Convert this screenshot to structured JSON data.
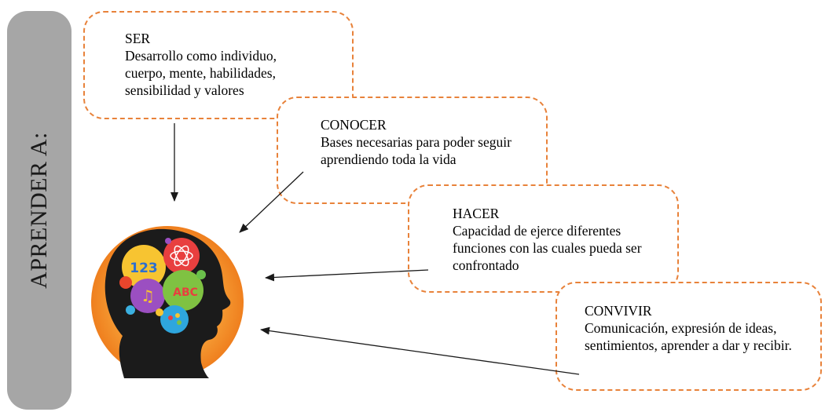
{
  "sidebar": {
    "label": "APRENDER A:"
  },
  "boxes": [
    {
      "title": "SER",
      "body": "Desarrollo como individuo, cuerpo, mente, habilidades, sensibilidad y valores"
    },
    {
      "title": "CONOCER",
      "body": "Bases necesarias para poder seguir aprendiendo toda la vida"
    },
    {
      "title": "HACER",
      "body": "Capacidad de ejerce diferentes funciones con las cuales pueda ser confrontado"
    },
    {
      "title": "CONVIVIR",
      "body": "Comunicación, expresión de ideas, sentimientos, aprender a dar y recibir."
    }
  ],
  "illustration": {
    "name": "head-with-learning-bubbles",
    "bubble_labels": [
      "123",
      "ABC"
    ]
  },
  "colors": {
    "box_border": "#e8823a",
    "sidebar": "#a6a6a6",
    "halo": "#f39a2a"
  }
}
